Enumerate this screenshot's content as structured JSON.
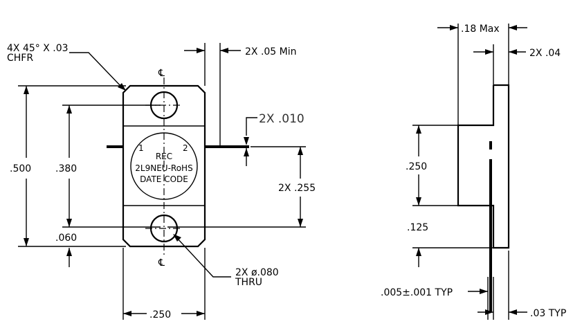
{
  "front_view": {
    "chamfer_note": [
      "4X 45° X .03",
      "CHFR"
    ],
    "lead_width_note": "2X .05 Min",
    "lead_thickness_note": "2X .010",
    "height_overall": ".500",
    "hole_spacing": ".380",
    "hole_offset": ".060",
    "lead_offset": "2X .255",
    "width": ".250",
    "hole_note": [
      "2X ø.080",
      "THRU"
    ],
    "centerline_symbol": "℄",
    "pin_1": "1",
    "pin_2": "2",
    "marking": [
      "REC",
      "2L9NEU-RoHS",
      "DATE CODE"
    ]
  },
  "side_view": {
    "max_thickness": ".18 Max",
    "flange_thickness": "2X .04",
    "body_height": ".250",
    "lead_height": ".125",
    "lead_thickness": ".005±.001 TYP",
    "flange_offset": ".03 TYP"
  }
}
